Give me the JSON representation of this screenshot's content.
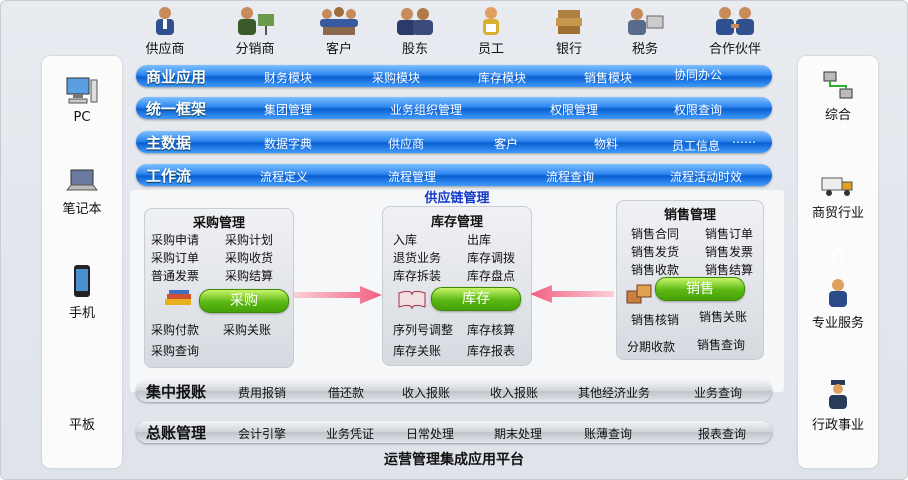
{
  "top_roles": [
    {
      "label": "供应商",
      "icon": "supplier-icon"
    },
    {
      "label": "分销商",
      "icon": "distributor-icon"
    },
    {
      "label": "客户",
      "icon": "customer-icon"
    },
    {
      "label": "股东",
      "icon": "shareholder-icon"
    },
    {
      "label": "员工",
      "icon": "employee-icon"
    },
    {
      "label": "银行",
      "icon": "bank-icon"
    },
    {
      "label": "税务",
      "icon": "tax-icon"
    },
    {
      "label": "合作伙伴",
      "icon": "partner-icon"
    }
  ],
  "left_devices": [
    {
      "label": "PC",
      "icon": "pc-icon"
    },
    {
      "label": "笔记本",
      "icon": "laptop-icon"
    },
    {
      "label": "手机",
      "icon": "phone-icon"
    },
    {
      "label": "平板",
      "icon": "tablet-icon"
    }
  ],
  "right_industries": [
    {
      "label": "综合",
      "icon": "network-icon"
    },
    {
      "label": "商贸行业",
      "icon": "truck-icon"
    },
    {
      "label": "0",
      "icon": ""
    },
    {
      "label": "专业服务",
      "icon": "consultant-icon"
    },
    {
      "label": "行政事业",
      "icon": "officer-icon"
    }
  ],
  "bars": {
    "business_apps": {
      "title": "商业应用",
      "items": [
        "财务模块",
        "采购模块",
        "库存模块",
        "销售模块",
        "协同办公"
      ]
    },
    "unified_framework": {
      "title": "统一框架",
      "items": [
        "集团管理",
        "业务组织管理",
        "权限管理",
        "权限查询"
      ]
    },
    "master_data": {
      "title": "主数据",
      "items": [
        "数据字典",
        "供应商",
        "客户",
        "物料",
        "员工信息",
        "……"
      ]
    },
    "workflow": {
      "title": "工作流",
      "items": [
        "流程定义",
        "流程管理",
        "流程查询",
        "流程活动时效"
      ]
    },
    "expense": {
      "title": "集中报账",
      "items": [
        "费用报销",
        "借还款",
        "收入报账",
        "收入报账",
        "其他经济业务",
        "业务查询"
      ]
    },
    "ledger": {
      "title": "总账管理",
      "items": [
        "会计引擎",
        "业务凭证",
        "日常处理",
        "期末处理",
        "账薄查询",
        "报表查询"
      ]
    }
  },
  "scm": {
    "title": "供应链管理",
    "purchase": {
      "title": "采购管理",
      "items": [
        "采购申请",
        "采购计划",
        "采购订单",
        "采购收货",
        "普通发票",
        "采购结算"
      ],
      "button": "采购",
      "items_bottom": [
        "采购付款",
        "采购关账",
        "采购查询"
      ]
    },
    "inventory": {
      "title": "库存管理",
      "items": [
        "入库",
        "出库",
        "退货业务",
        "库存调拨",
        "库存拆装",
        "库存盘点"
      ],
      "button": "库存",
      "items_bottom": [
        "序列号调整",
        "库存核算",
        "库存关账",
        "库存报表"
      ]
    },
    "sales": {
      "title": "销售管理",
      "items": [
        "销售合同",
        "销售订单",
        "销售发货",
        "销售发票",
        "销售收款",
        "销售结算"
      ],
      "button": "销售",
      "items_bottom": [
        "销售核销",
        "销售关账",
        "分期收款",
        "销售查询"
      ]
    }
  },
  "platform_title": "运营管理集成应用平台",
  "colors": {
    "bar_blue": "#1a72e6",
    "pill_green": "#5bb812",
    "arrow_pink": "#f58a9a",
    "scm_title": "#1238c8"
  }
}
